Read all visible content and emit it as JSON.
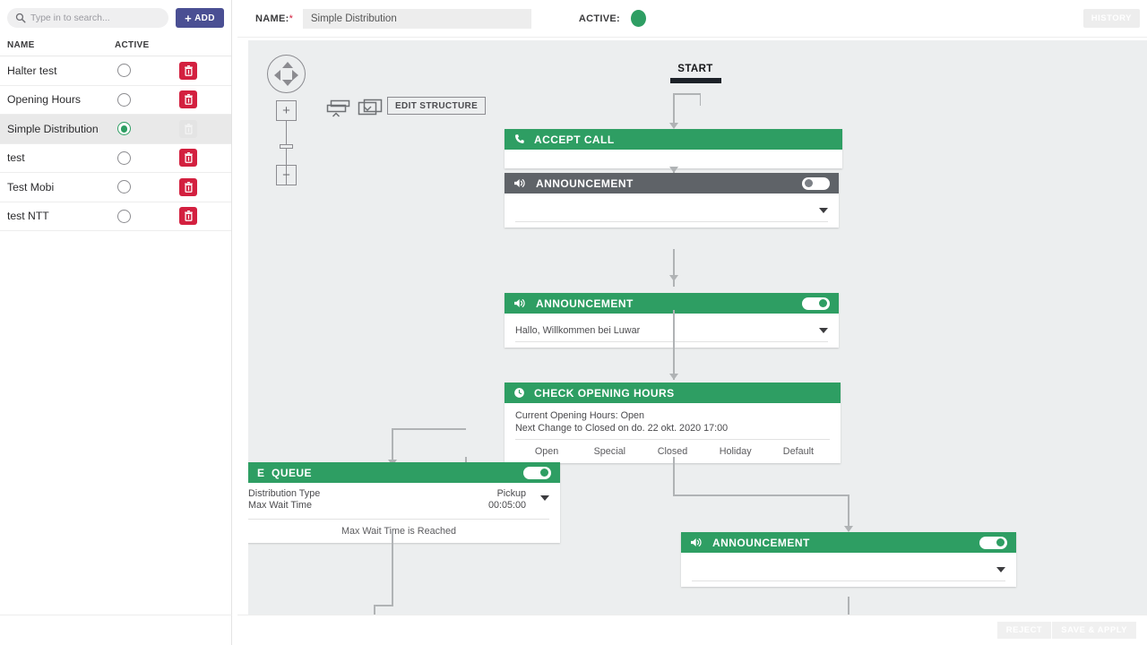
{
  "sidebar": {
    "search": {
      "placeholder": "Type in to search...",
      "value": "",
      "icon": "search-icon"
    },
    "add_button": {
      "label": "ADD",
      "icon": "plus-icon"
    },
    "columns": {
      "name": "NAME",
      "active": "ACTIVE"
    },
    "items": [
      {
        "name": "Halter test",
        "active": false,
        "selected": false,
        "delete_enabled": true
      },
      {
        "name": "Opening Hours",
        "active": false,
        "selected": false,
        "delete_enabled": true
      },
      {
        "name": "Simple Distribution",
        "active": true,
        "selected": true,
        "delete_enabled": false
      },
      {
        "name": "test",
        "active": false,
        "selected": false,
        "delete_enabled": true
      },
      {
        "name": "Test Mobi",
        "active": false,
        "selected": false,
        "delete_enabled": true
      },
      {
        "name": "test NTT",
        "active": false,
        "selected": false,
        "delete_enabled": true
      }
    ]
  },
  "topbar": {
    "name_label": "NAME:",
    "required_mark": "*",
    "name_value": "Simple Distribution",
    "active_label": "ACTIVE:",
    "active_state": true,
    "history_button": "HISTORY"
  },
  "toolbar": {
    "nav_pad": "pan-control",
    "zoom_in": "+",
    "zoom_out": "−",
    "collapse_all_icon": "collapse-stack-icon",
    "expand_all_icon": "expand-stack-icon",
    "edit_structure_button": "EDIT STRUCTURE"
  },
  "canvas": {
    "start_label": "START",
    "nodes": [
      {
        "id": "accept-call",
        "title": "ACCEPT CALL",
        "icon": "phone-icon",
        "header_color": "#2e9e63",
        "has_toggle": false,
        "body_type": "blank"
      },
      {
        "id": "announcement-1",
        "title": "ANNOUNCEMENT",
        "icon": "speaker-icon",
        "header_color": "#5f6368",
        "has_toggle": true,
        "toggle_on": false,
        "body_type": "select",
        "select_value": ""
      },
      {
        "id": "announcement-2",
        "title": "ANNOUNCEMENT",
        "icon": "speaker-icon",
        "header_color": "#2e9e63",
        "has_toggle": true,
        "toggle_on": true,
        "body_type": "select",
        "select_value": "Hallo, Willkommen bei Luwar"
      },
      {
        "id": "check-opening-hours",
        "title": "CHECK OPENING HOURS",
        "icon": "clock-icon",
        "header_color": "#2e9e63",
        "has_toggle": false,
        "body_type": "opening-hours",
        "line1": "Current Opening Hours: Open",
        "line2": "Next Change to Closed on do. 22 okt. 2020 17:00",
        "tabs": [
          "Open",
          "Special",
          "Closed",
          "Holiday",
          "Default"
        ]
      },
      {
        "id": "queue",
        "title": "QUEUE",
        "title_clipped_prefix": "E",
        "header_color": "#2e9e63",
        "has_toggle": true,
        "toggle_on": true,
        "body_type": "queue",
        "rows": [
          {
            "key": "Distribution Type",
            "value": "Pickup"
          },
          {
            "key": "Max Wait Time",
            "value": "00:05:00"
          }
        ],
        "footer": "Max Wait Time is Reached"
      },
      {
        "id": "announcement-3",
        "title": "ANNOUNCEMENT",
        "icon": "speaker-icon",
        "header_color": "#2e9e63",
        "has_toggle": true,
        "toggle_on": true,
        "body_type": "select",
        "select_value": ""
      }
    ]
  },
  "footer": {
    "reject_button": "REJECT",
    "save_button": "SAVE & APPLY"
  },
  "colors": {
    "green": "#2e9e63",
    "gray_header": "#5f6368",
    "accent_purple": "#4a4f93",
    "danger_red": "#d3203f",
    "canvas_bg": "#eceeef",
    "connector": "#b0b3b5"
  }
}
